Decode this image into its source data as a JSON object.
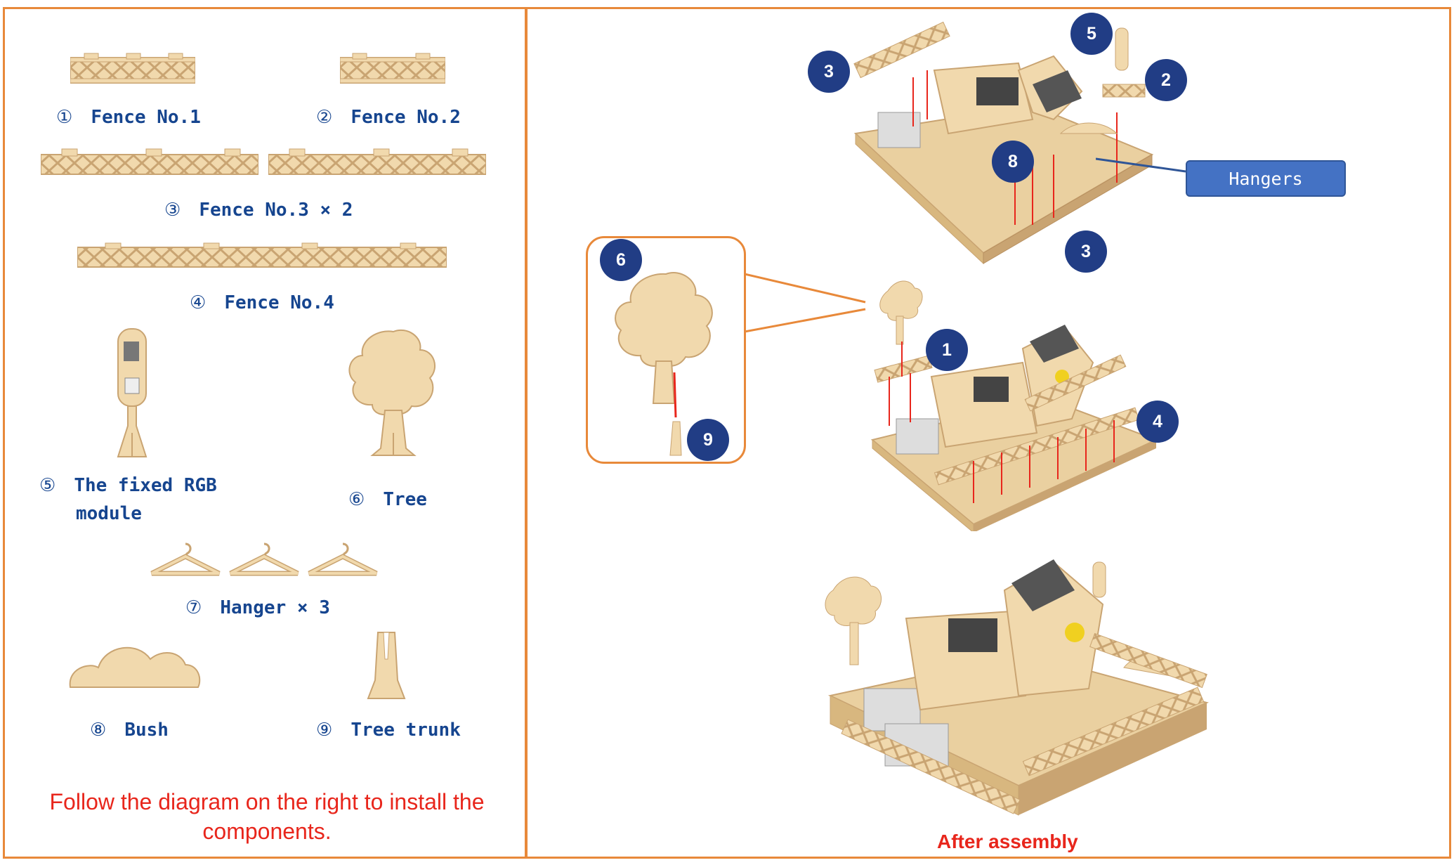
{
  "left_panel": {
    "parts": [
      {
        "num": "①",
        "label": "Fence No.1"
      },
      {
        "num": "②",
        "label": "Fence No.2"
      },
      {
        "num": "③",
        "label": "Fence No.3 × 2"
      },
      {
        "num": "④",
        "label": "Fence No.4"
      },
      {
        "num": "⑤",
        "label": "The fixed RGB",
        "label2": "module"
      },
      {
        "num": "⑥",
        "label": "Tree"
      },
      {
        "num": "⑦",
        "label": "Hanger × 3"
      },
      {
        "num": "⑧",
        "label": "Bush"
      },
      {
        "num": "⑨",
        "label": "Tree trunk"
      }
    ],
    "instruction": "Follow the diagram on the right to install the components."
  },
  "right_panel": {
    "badges": [
      "3",
      "5",
      "2",
      "8",
      "3",
      "6",
      "9",
      "1",
      "4"
    ],
    "callout": "Hangers",
    "caption": "After assembly"
  },
  "colors": {
    "border": "#e8893a",
    "label": "#16458f",
    "note": "#e8261c",
    "badge": "#213d85",
    "callout": "#4472c4",
    "wood": "#f1d9ad",
    "wood_edge": "#c9a472"
  }
}
